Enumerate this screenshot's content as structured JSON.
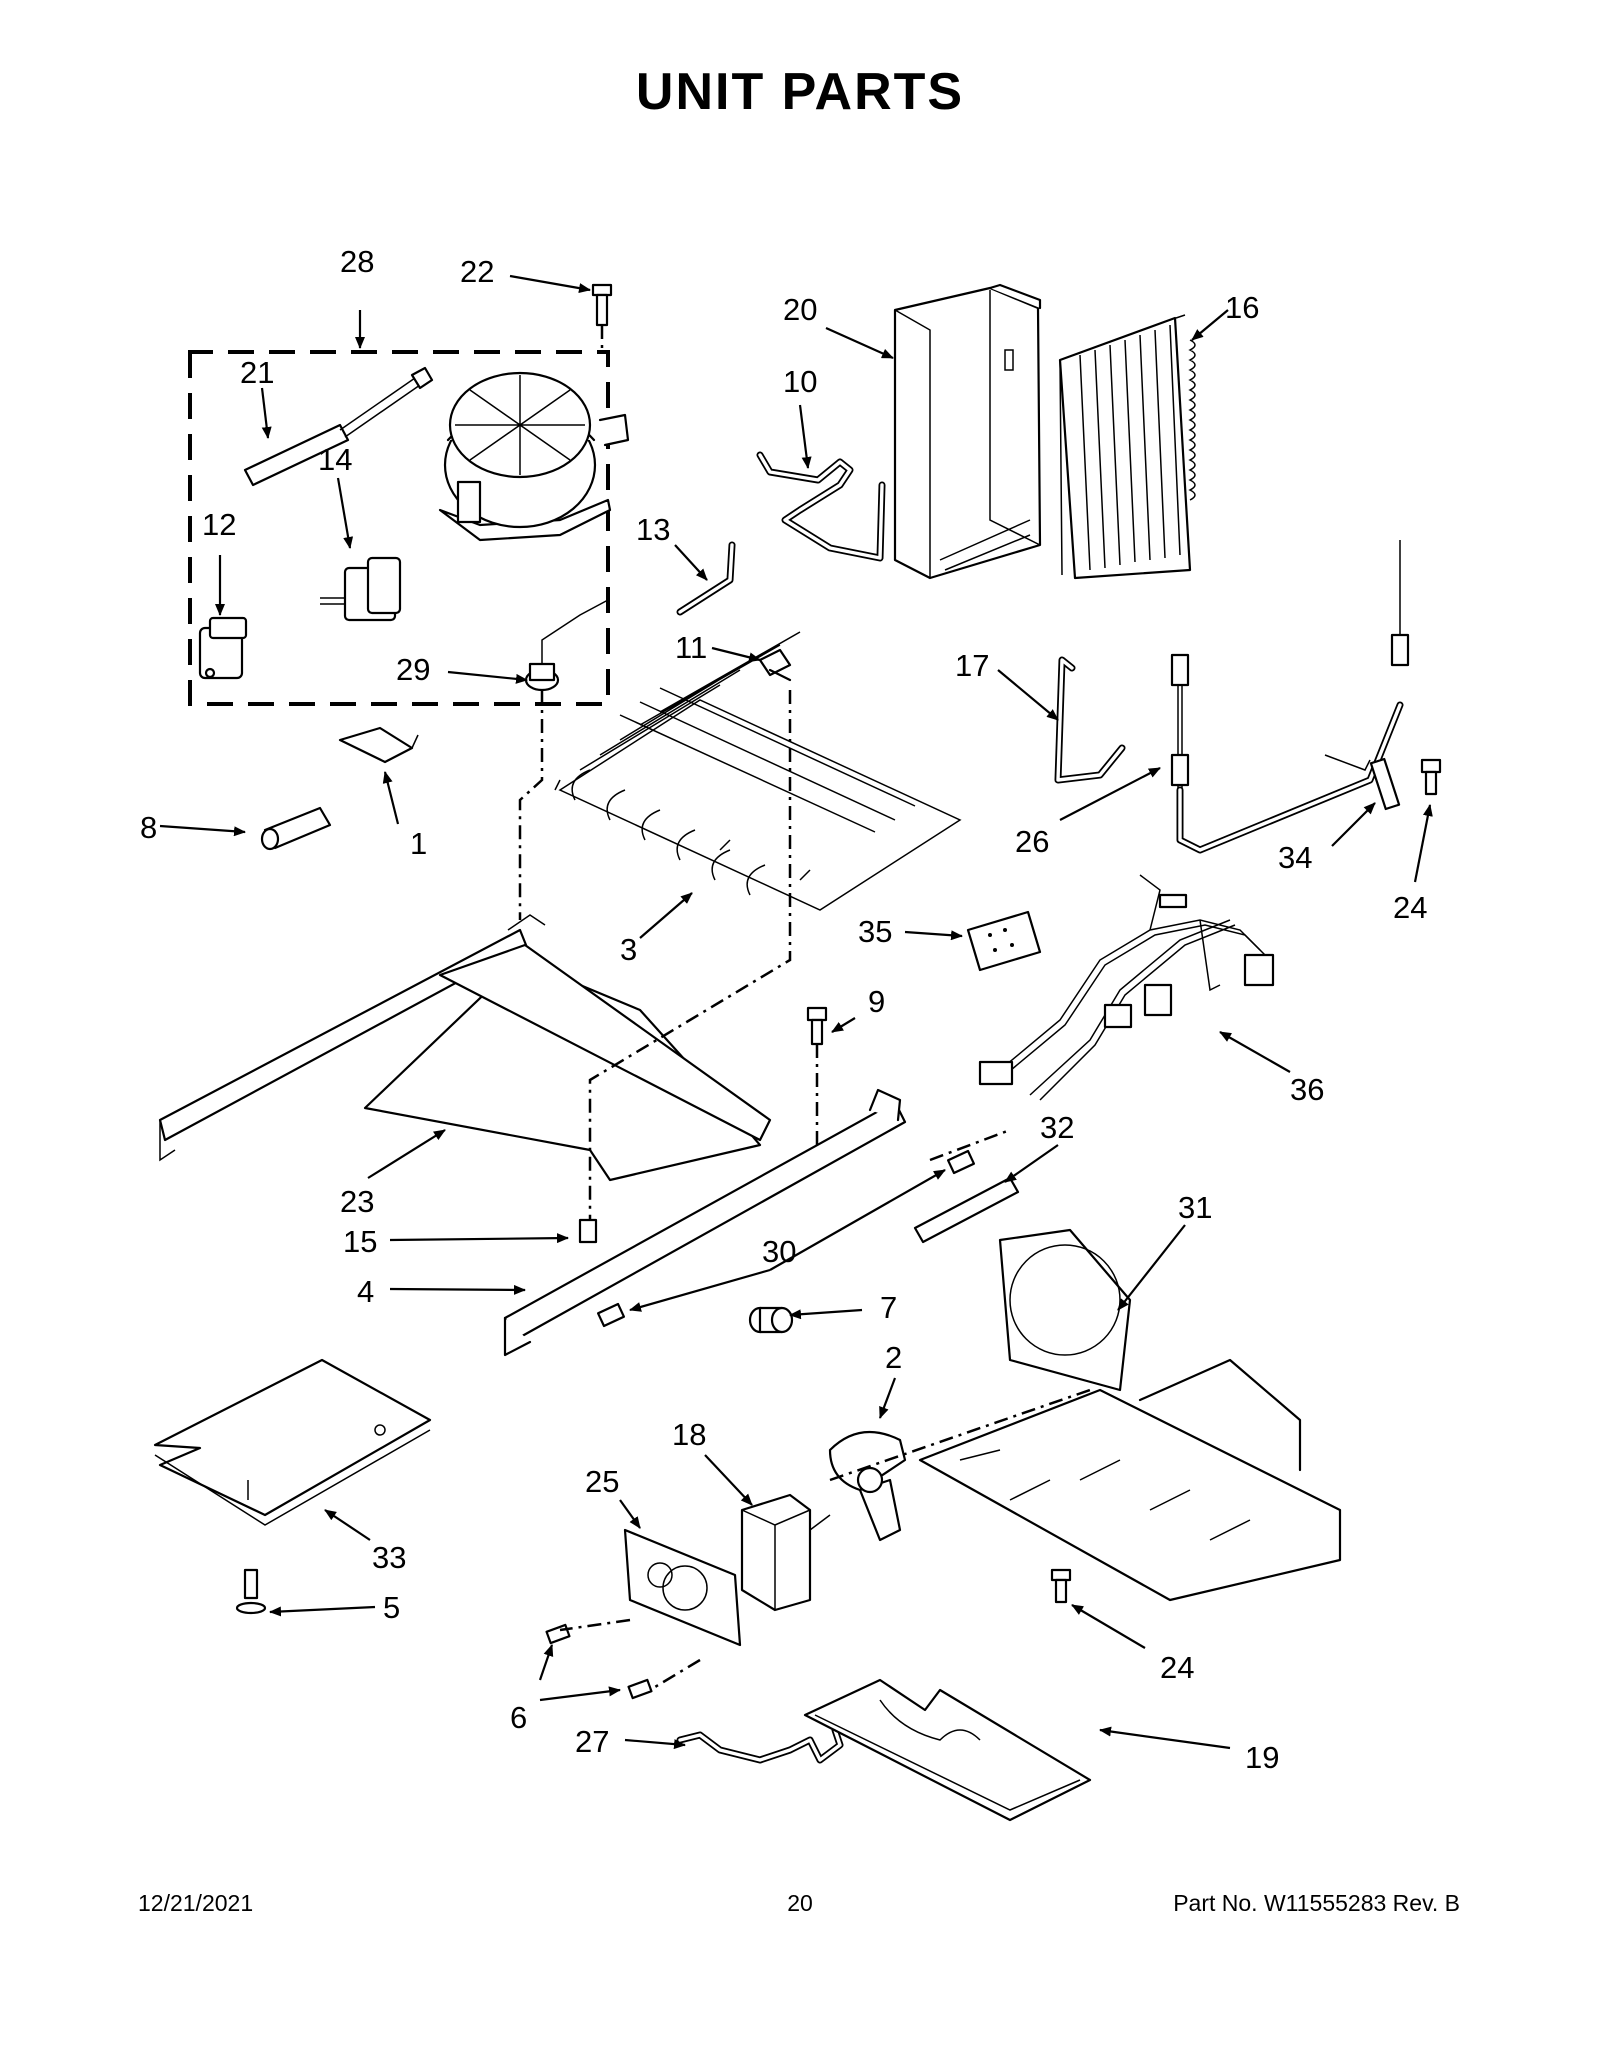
{
  "title": "UNIT PARTS",
  "callouts": {
    "c28": "28",
    "c22": "22",
    "c21": "21",
    "c14": "14",
    "c12": "12",
    "c29": "29",
    "c20": "20",
    "c10": "10",
    "c16": "16",
    "c13": "13",
    "c11": "11",
    "c17": "17",
    "c1": "1",
    "c8": "8",
    "c26": "26",
    "c34": "34",
    "c24a": "24",
    "c3": "3",
    "c35": "35",
    "c9": "9",
    "c36": "36",
    "c32": "32",
    "c31": "31",
    "c23": "23",
    "c15": "15",
    "c30": "30",
    "c4": "4",
    "c7": "7",
    "c2": "2",
    "c18": "18",
    "c25": "25",
    "c33": "33",
    "c5": "5",
    "c24b": "24",
    "c6": "6",
    "c27": "27",
    "c19": "19"
  },
  "footer": {
    "date": "12/21/2021",
    "page": "20",
    "part_no": "Part No.  W11555283  Rev.  B"
  }
}
